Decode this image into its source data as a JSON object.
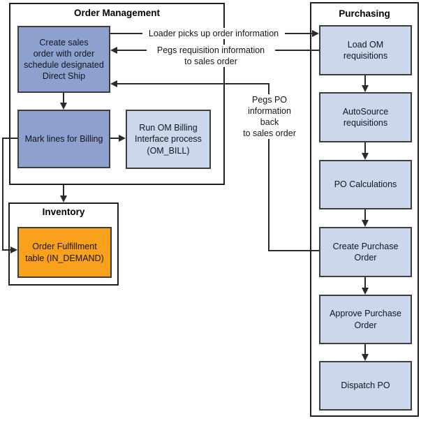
{
  "order_management": {
    "title": "Order Management",
    "create_sales_order": "Create sales\norder with order\nschedule designated\nDirect Ship",
    "mark_lines": "Mark lines for Billing",
    "run_om_billing": "Run OM Billing\nInterface process\n(OM_BILL)"
  },
  "inventory": {
    "title": "Inventory",
    "order_fulfillment": "Order Fulfillment\ntable (IN_DEMAND)"
  },
  "purchasing": {
    "title": "Purchasing",
    "steps": [
      "Load OM\nrequisitions",
      "AutoSource\nrequisitions",
      "PO Calculations",
      "Create Purchase\nOrder",
      "Approve Purchase\nOrder",
      "Dispatch PO"
    ]
  },
  "connector_labels": {
    "loader": "Loader picks up order information",
    "pegs_requisition": "Pegs requisition information\nto sales order",
    "pegs_po": "Pegs PO\ninformation\nback\nto sales order"
  },
  "colors": {
    "dark_box": "#8EA0CE",
    "light_box": "#CBD7EB",
    "orange_box": "#F9A11C",
    "line": "#2b2b2b"
  }
}
